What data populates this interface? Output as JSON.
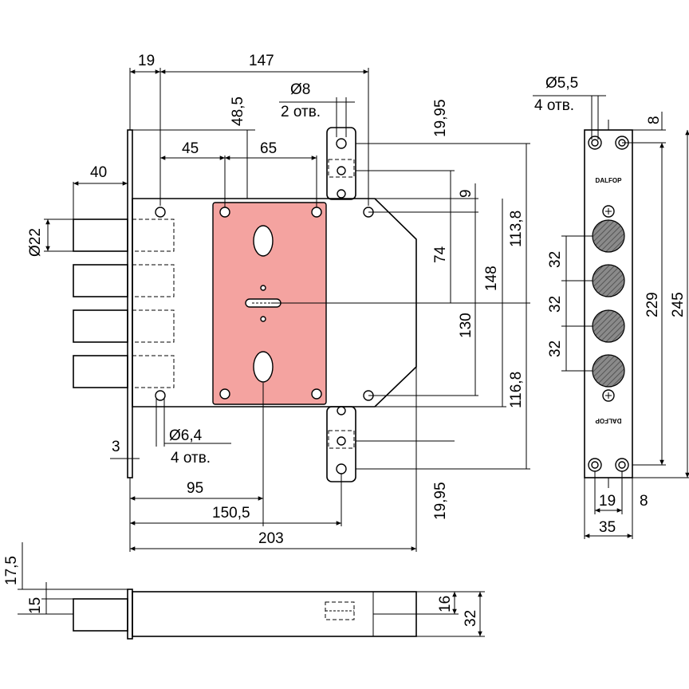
{
  "colors": {
    "line": "#000000",
    "highlight_plate": "#f4a3a0",
    "background": "#ffffff"
  },
  "dimensions": {
    "top_19": "19",
    "top_147": "147",
    "d8": "Ø8",
    "d8_holes": "2 отв.",
    "d48_5": "48,5",
    "d45": "45",
    "d65": "65",
    "d40": "40",
    "d22": "Ø22",
    "d9": "9",
    "d74": "74",
    "d148": "148",
    "d113_8": "113,8",
    "d130": "130",
    "d116_8": "116,8",
    "d19_95_top": "19,95",
    "d19_95_bottom": "19,95",
    "d6_4": "Ø6,4",
    "d6_4_holes": "4 отв.",
    "d3": "3",
    "d95": "95",
    "d150_5": "150,5",
    "d203": "203",
    "side_d5_5": "Ø5,5",
    "side_holes": "4 отв.",
    "side_8_top": "8",
    "side_32_a": "32",
    "side_32_b": "32",
    "side_32_c": "32",
    "side_229": "229",
    "side_245": "245",
    "side_19": "19",
    "side_8_bottom": "8",
    "side_35": "35",
    "bottom_17_5": "17,5",
    "bottom_15": "15",
    "bottom_16": "16",
    "bottom_32": "32"
  },
  "brand_logo": "DALFOP"
}
